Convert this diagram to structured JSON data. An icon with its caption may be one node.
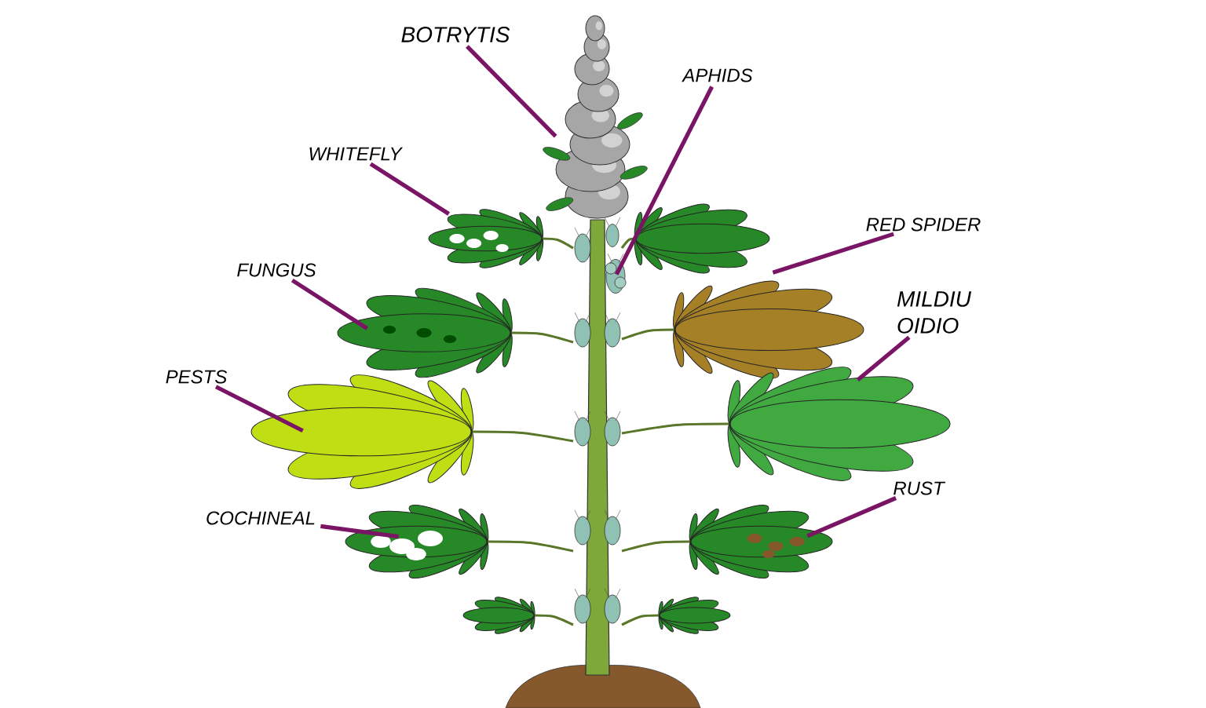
{
  "diagram": {
    "nodes": [
      {
        "text": [
          "BOTRYTIS"
        ]
      },
      {
        "text": [
          "APHIDS"
        ]
      },
      {
        "text": [
          "WHITEFLY"
        ]
      },
      {
        "text": [
          "RED SPIDER"
        ]
      },
      {
        "text": [
          "FUNGUS"
        ]
      },
      {
        "text": [
          "MILDIU OIDIO"
        ]
      },
      {
        "text": [
          "PESTS"
        ]
      },
      {
        "text": [
          "RUST"
        ]
      },
      {
        "text": [
          "COCHINEAL"
        ]
      },
      {
        "text": [],
        "shape": "picture"
      },
      {
        "text": [],
        "shape": "picture"
      },
      {
        "text": [],
        "shape": "picture"
      },
      {
        "text": [],
        "shape": "picture"
      },
      {
        "text": [],
        "shape": "picture"
      },
      {
        "text": [],
        "shape": "picture"
      },
      {
        "text": [],
        "shape": "picture"
      },
      {
        "text": [],
        "shape": "picture"
      },
      {
        "text": [],
        "shape": "picture"
      }
    ],
    "edges": [
      {
        "from": 0,
        "to": 9,
        "arrow": "none"
      },
      {
        "from": 1,
        "to": 10,
        "arrow": "none"
      },
      {
        "from": 2,
        "to": 11,
        "arrow": "none"
      },
      {
        "from": 3,
        "to": 12,
        "arrow": "none"
      },
      {
        "from": 4,
        "to": 13,
        "arrow": "none"
      },
      {
        "from": 5,
        "to": 14,
        "arrow": "none"
      },
      {
        "from": 6,
        "to": 15,
        "arrow": "none"
      },
      {
        "from": 7,
        "to": 16,
        "arrow": "none"
      },
      {
        "from": 8,
        "to": 17,
        "arrow": "none"
      }
    ]
  }
}
